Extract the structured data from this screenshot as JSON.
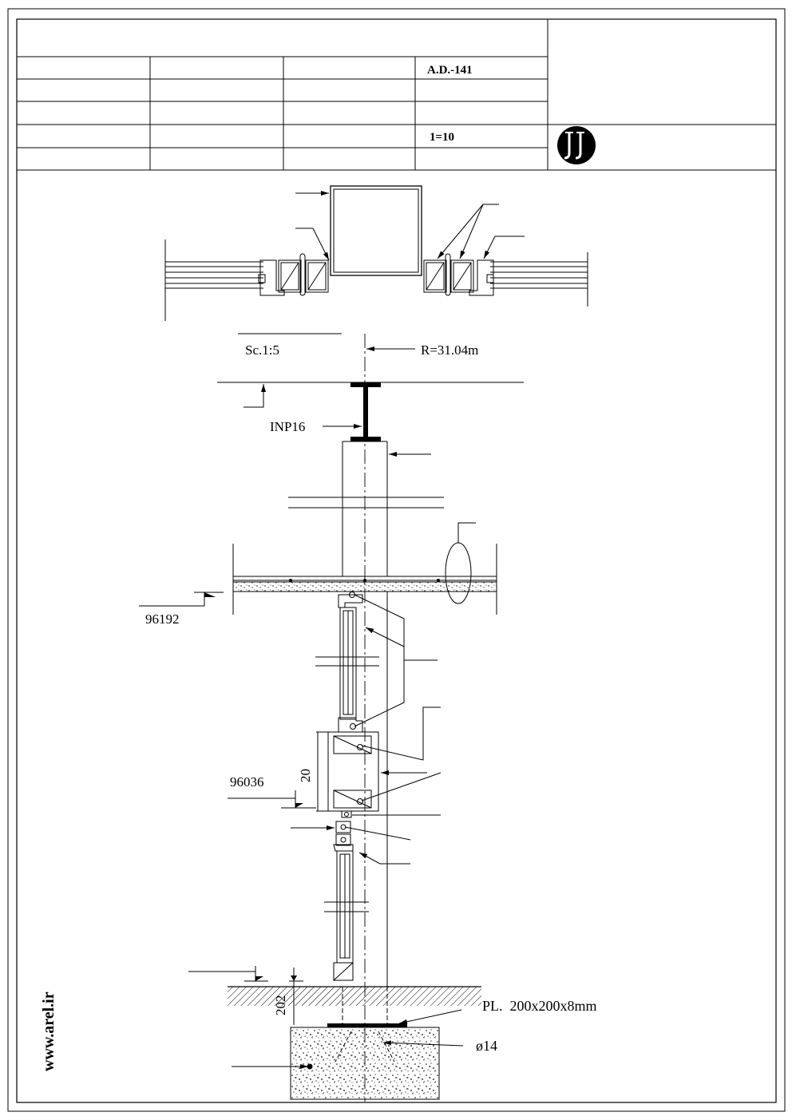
{
  "title_block": {
    "drawing_number": "A.D.-141",
    "scale": "1=10",
    "logo": "jj-monogram"
  },
  "drawing": {
    "detail_scale": "Sc.1:5",
    "radius": "R=31.04m",
    "beam_label": "INP16",
    "level_label_1": "96192",
    "level_label_2": "96036",
    "dim_20": "20",
    "dim_202": "202",
    "plate_label": "PL.  200x200x8mm",
    "rebar_label": "ø14"
  },
  "watermark": "www.arel.ir"
}
